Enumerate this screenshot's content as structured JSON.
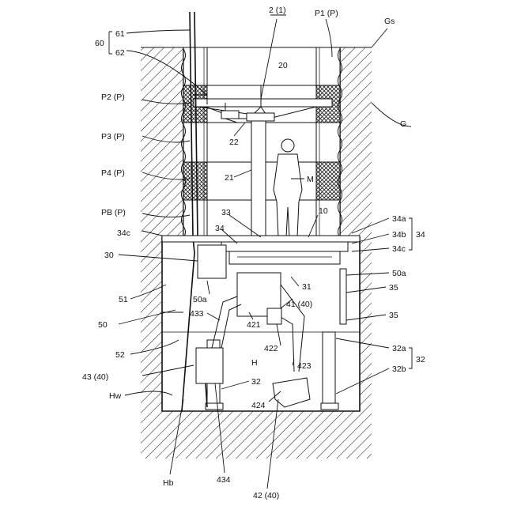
{
  "figure": {
    "labels": {
      "title_top": "2 (1)",
      "gs": "Gs",
      "p1": "P1 (P)",
      "g": "G",
      "l60": "60",
      "l61": "61",
      "l62": "62",
      "l20": "20",
      "p2": "P2 (P)",
      "p3": "P3 (P)",
      "p4": "P4 (P)",
      "pb": "PB (P)",
      "l22": "22",
      "l21": "21",
      "m": "M",
      "l10": "10",
      "l33": "33",
      "l34": "34",
      "l34a": "34a",
      "l34b": "34b",
      "l34c_left": "34c",
      "l34c_right": "34c",
      "l34_group": "34",
      "l30": "30",
      "l50a_left": "50a",
      "l50a_right": "50a",
      "l31": "31",
      "l35_top": "35",
      "l35_bottom": "35",
      "l41": "41 (40)",
      "l51": "51",
      "l433": "433",
      "l421": "421",
      "l50": "50",
      "l422": "422",
      "l32a": "32a",
      "l32_group": "32",
      "l52": "52",
      "l423": "423",
      "l32b": "32b",
      "h": "H",
      "l43": "43 (40)",
      "l32": "32",
      "hw": "Hw",
      "l424": "424",
      "hb": "Hb",
      "l434": "434",
      "l42": "42 (40)"
    }
  }
}
